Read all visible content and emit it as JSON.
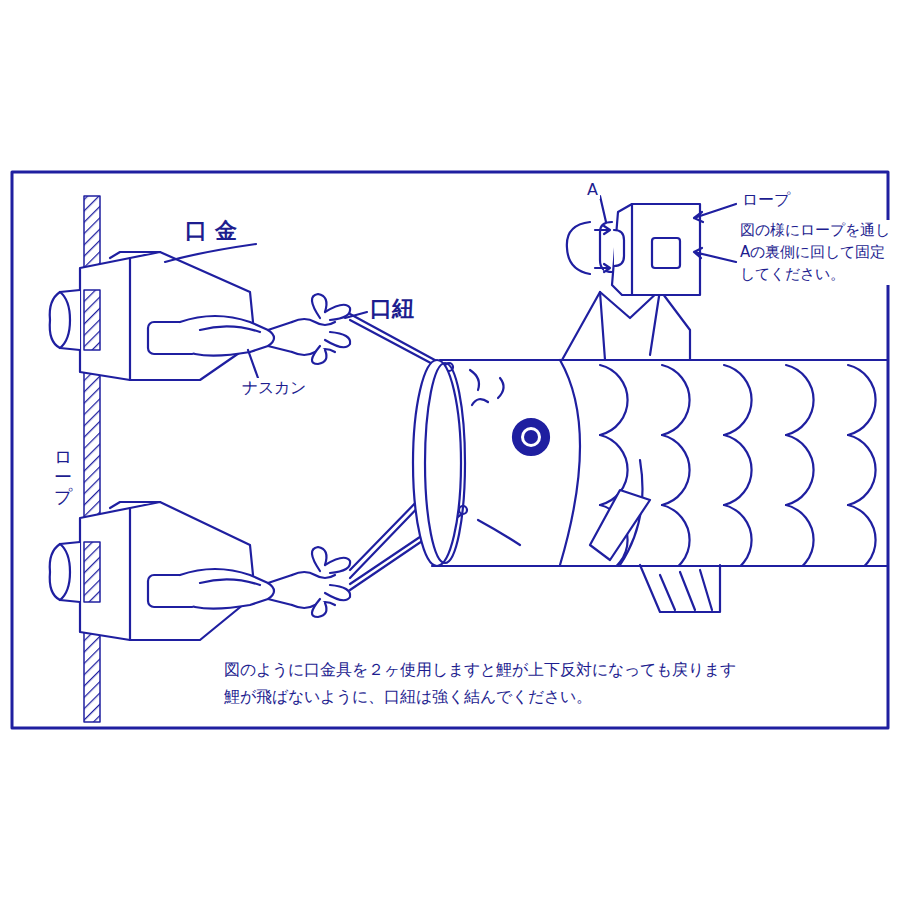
{
  "diagram": {
    "labels": [
      "口 金",
      "口紐",
      "ナスカン",
      "ロープ",
      "A",
      "ロープ",
      "図の様にロープを通し Aの裏側に回して固定 してください。",
      "図のように口金具を２ヶ使用しますと鯉が上下反対になっても戻ります",
      "鯉が飛ばないように、口紐は強く結んでください。"
    ]
  }
}
